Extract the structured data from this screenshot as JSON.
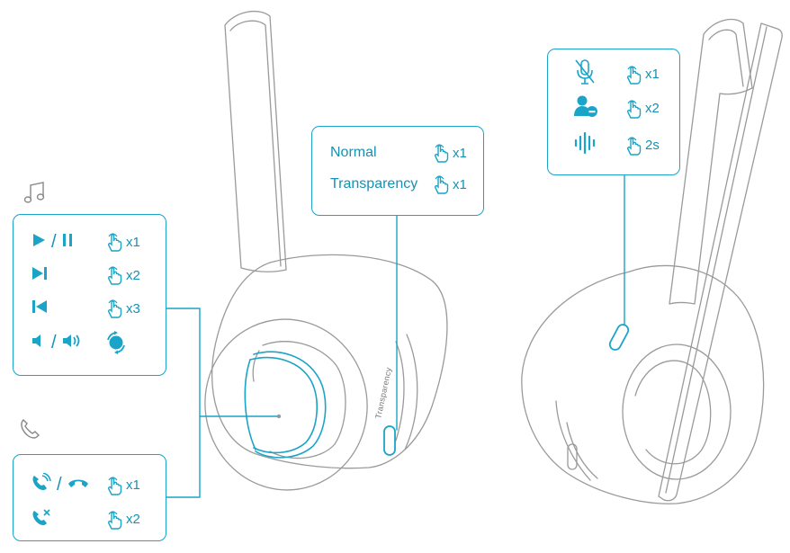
{
  "colors": {
    "accent": "#1aa4c8",
    "line": "#9a9a9a"
  },
  "playback_icon": "music-note-icon",
  "call_icon": "phone-icon",
  "music_controls": [
    {
      "icons": [
        "play-icon",
        "pause-icon"
      ],
      "separator": "/",
      "gesture": "tap-icon",
      "count": "x1"
    },
    {
      "icons": [
        "next-track-icon"
      ],
      "gesture": "tap-icon",
      "count": "x2"
    },
    {
      "icons": [
        "previous-track-icon"
      ],
      "gesture": "tap-icon",
      "count": "x3"
    },
    {
      "icons": [
        "volume-down-icon",
        "volume-up-icon"
      ],
      "separator": "/",
      "gesture": "rotate-icon",
      "count": ""
    }
  ],
  "call_controls": [
    {
      "icons": [
        "answer-call-icon",
        "end-call-icon"
      ],
      "separator": "/",
      "gesture": "tap-icon",
      "count": "x1"
    },
    {
      "icons": [
        "reject-call-icon"
      ],
      "gesture": "tap-icon",
      "count": "x2"
    }
  ],
  "anc_modes": [
    {
      "label": "Normal",
      "gesture": "tap-icon",
      "count": "x1"
    },
    {
      "label": "Transparency",
      "gesture": "tap-icon",
      "count": "x1"
    }
  ],
  "mic_controls": [
    {
      "icons": [
        "mute-mic-icon"
      ],
      "gesture": "tap-icon",
      "count": "x1"
    },
    {
      "icons": [
        "user-remove-icon"
      ],
      "gesture": "tap-icon",
      "count": "x2"
    },
    {
      "icons": [
        "voice-wave-icon"
      ],
      "gesture": "tap-icon",
      "count": "2s"
    }
  ],
  "headset_left_label": "Transparency"
}
